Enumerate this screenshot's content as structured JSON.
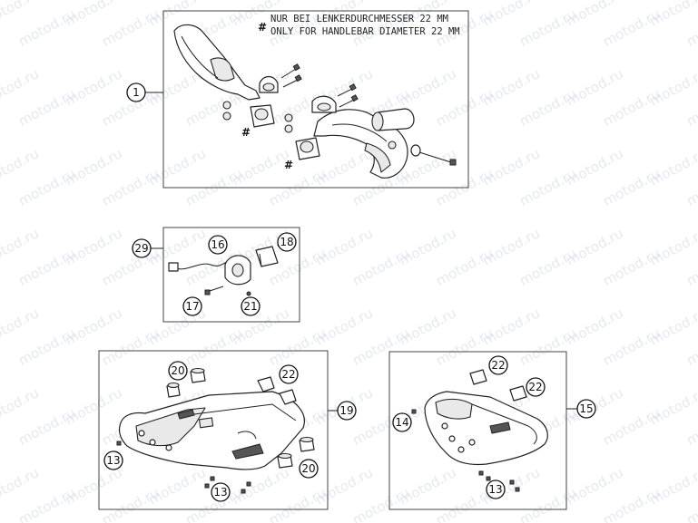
{
  "watermark": "motod.ru",
  "note": {
    "symbol": "#",
    "line1": "NUR BEI LENKERDURCHMESSER 22 MM",
    "line2": "ONLY FOR HANDLEBAR DIAMETER 22 MM"
  },
  "hash_symbol": "#",
  "callouts": {
    "c1": "1",
    "c29": "29",
    "c16": "16",
    "c18": "18",
    "c17": "17",
    "c21": "21",
    "c20a": "20",
    "c22a": "22",
    "c19": "19",
    "c13a": "13",
    "c13b": "13",
    "c20b": "20",
    "c22b": "22",
    "c22c": "22",
    "c14": "14",
    "c15": "15",
    "c13c": "13"
  },
  "icons": [
    "hand-guard-icon",
    "mounting-clamp-icon",
    "bolt-icon",
    "light-switch-icon",
    "skid-plate-icon",
    "engine-guard-icon"
  ]
}
